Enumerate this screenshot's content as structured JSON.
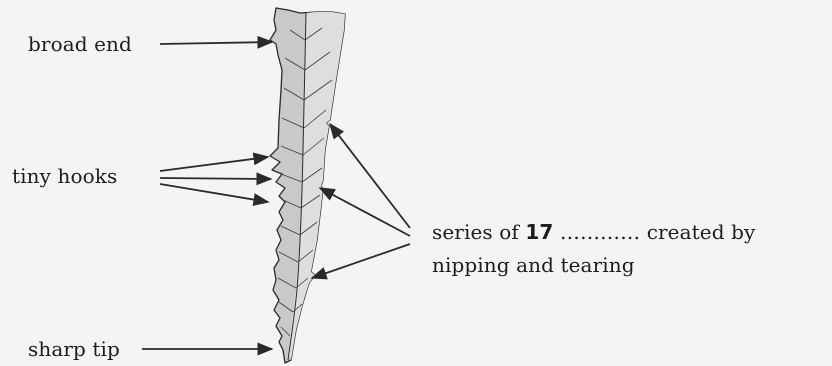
{
  "labels": {
    "broad_end": "broad end",
    "tiny_hooks": "tiny hooks",
    "sharp_tip": "sharp tip",
    "series_prefix": "series of",
    "question_number": "17",
    "answer_blank": "…………",
    "series_suffix": "created by",
    "series_line2": "nipping and tearing"
  },
  "colors": {
    "leaf_fill": "#c9c9c9",
    "leaf_light": "#dededc",
    "line": "#2a2a2a",
    "background": "#f4f4f2"
  }
}
